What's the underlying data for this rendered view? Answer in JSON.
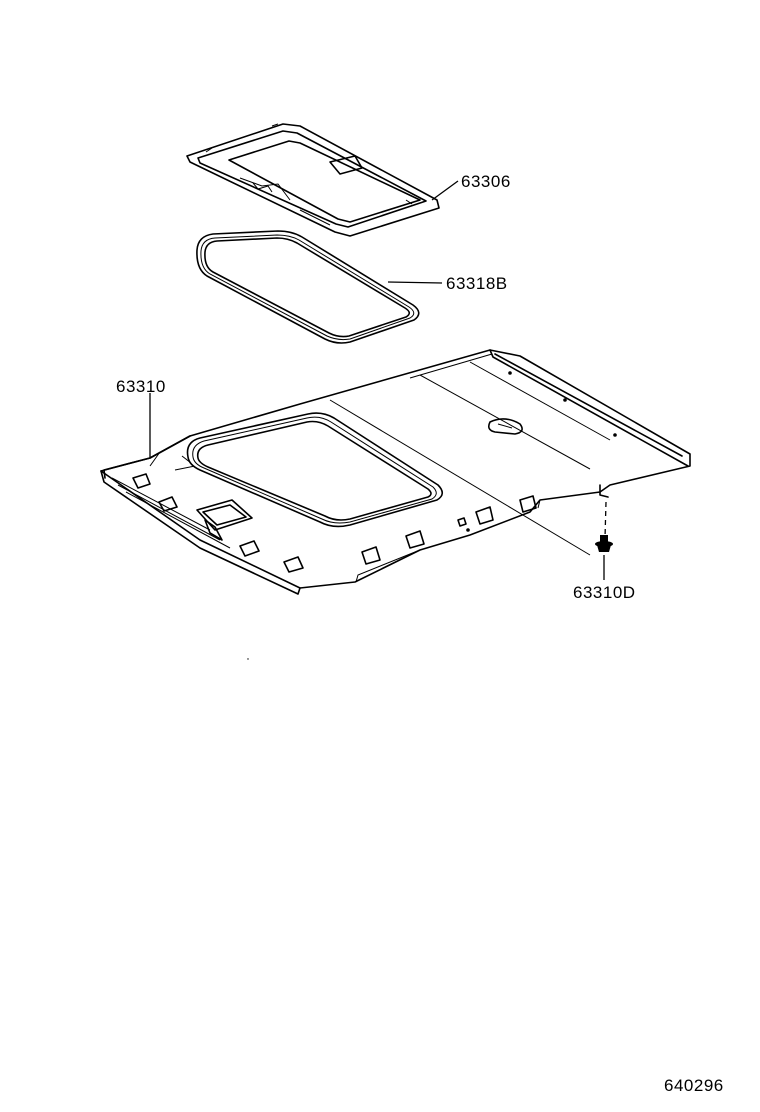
{
  "parts": [
    {
      "id": "sunroof-trim",
      "number": "63306"
    },
    {
      "id": "sunroof-weatherstrip",
      "number": "63318B"
    },
    {
      "id": "headliner",
      "number": "63310"
    },
    {
      "id": "clip",
      "number": "63310D"
    }
  ],
  "diagram_code": "640296"
}
